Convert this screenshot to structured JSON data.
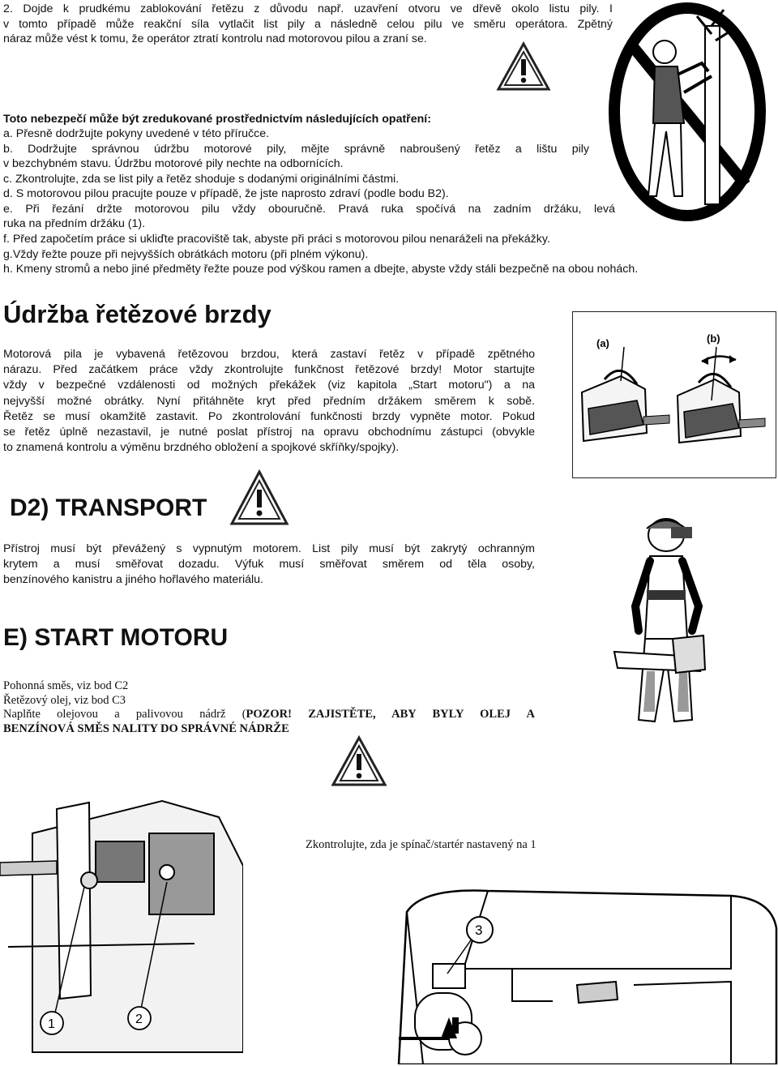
{
  "section_kickback": {
    "intro_lines": [
      "2. Dojde k prudkému zablokování řetězu z důvodu např. uzavření otvoru ve dřevě okolo listu pily. I",
      "v tomto případě může reakční síla vytlačit list pily a následně celou pilu ve směru operátora. Zpětný",
      "náraz může vést k tomu, že operátor ztratí kontrolu nad motorovou pilou a zraní se."
    ],
    "measures_heading": "Toto nebezpečí může být zredukované prostřednictvím následujících opatření:",
    "items": [
      "a. Přesně dodržujte pokyny uvedené v této příručce.",
      "b. Dodržujte správnou údržbu motorové pily, mějte správně nabroušený řetěz a lištu pily",
      "v bezchybném stavu. Údržbu motorové pily nechte na odbornících.",
      "c. Zkontrolujte, zda se list pily a řetěz shoduje s dodanými originálními částmi.",
      "d. S motorovou pilou pracujte pouze v případě, že jste naprosto zdraví (podle bodu B2).",
      "e. Při řezání držte motorovou pilu vždy obouručně. Pravá ruka spočívá na zadním držáku, levá",
      "ruka na předním držáku (1).",
      "f. Před započetím práce si ukliďte pracoviště tak, abyste při práci s motorovou pilou nenaráželi na překážky.",
      "g.Vždy řežte pouze při nejvyšších obrátkách motoru (při plném výkonu).",
      "h. Kmeny stromů a nebo jiné předměty řežte pouze pod výškou ramen a dbejte, abyste vždy stáli bezpečně na obou nohách."
    ]
  },
  "section_brake": {
    "title": "Údržba řetězové brzdy",
    "lines": [
      "Motorová pila je vybavená řetězovou brzdou, která zastaví řetěz v případě zpětného",
      "nárazu. Před začátkem práce vždy zkontrolujte funkčnost řetězové brzdy! Motor startujte",
      "vždy v bezpečné vzdálenosti od možných překážek (viz kapitola „Start motoru\") a na",
      "nejvyšší možné obrátky. Nyní přitáhněte kryt před předním držákem směrem k sobě.",
      "Řetěz se musí okamžitě zastavit. Po zkontrolování funkčnosti brzdy vypněte motor. Pokud",
      "se řetěz úplně nezastavil, je nutné poslat přístroj na opravu obchodnímu zástupci (obvykle",
      "to znamená kontrolu a výměnu brzdného obložení a spojkové skříňky/spojky)."
    ],
    "figure_labels": [
      "(a)",
      "(b)"
    ]
  },
  "section_transport": {
    "title": "D2) TRANSPORT",
    "lines": [
      "Přístroj musí být převážený s vypnutým motorem. List pily musí být zakrytý ochranným",
      "krytem a musí směřovat dozadu. Výfuk musí směřovat směrem od těla osoby,",
      "benzínového kanistru a jiného hořlavého materiálu."
    ]
  },
  "section_start": {
    "title": "E) START MOTORU",
    "lines": [
      "Pohonná směs, viz bod C2",
      "Řetězový olej, viz bod C3"
    ],
    "fill_prefix": "Naplňte olejovou a palivovou nádrž (",
    "fill_bold_1": "POZOR! ZAJISTĚTE, ABY BYLY OLEJ A",
    "fill_bold_2": "BENZÍNOVÁ SMĚS NALITY DO SPRÁVNÉ NÁDRŽE",
    "check_caption": "Zkontrolujte, zda je spínač/startér nastavený na 1",
    "callouts": [
      "1",
      "2",
      "3"
    ]
  },
  "icons": [
    "warning-triangle-icon",
    "no-kickback-sign-icon"
  ]
}
